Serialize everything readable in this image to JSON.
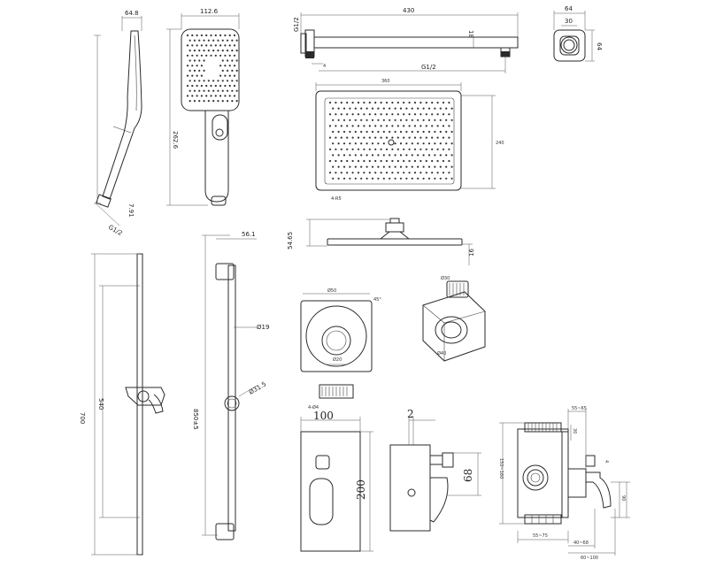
{
  "handshower": {
    "width": "64.8",
    "face_width": "112.6",
    "length": "262.6",
    "nose": "7.91",
    "thread": "G1/2"
  },
  "arm": {
    "length": "430",
    "height": "18",
    "inlet_thread": "G1/2",
    "outlet_thread": "G1/2",
    "gap": "4"
  },
  "elbow": {
    "outer": "64",
    "inner": "30",
    "height": "64"
  },
  "overhead": {
    "width": "360",
    "depth": "240",
    "note": "4-R5"
  },
  "overhead_side": {
    "height": "54.65",
    "thickness": "16"
  },
  "rail": {
    "total": "700",
    "inner": "540",
    "slider_range": "850±5",
    "tube_dia": "Ø19",
    "bracket_dia": "Ø31.5",
    "bracket_offset": "56.1"
  },
  "wall_outlet": {
    "face": "Ø50",
    "angle": "45°",
    "labels": [
      "4-Ø4",
      "Ø20",
      "Ø30",
      "Ø40"
    ]
  },
  "diverter": {
    "width": "100",
    "height": "200",
    "gap": "2",
    "depth": "68"
  },
  "valve": {
    "top": "55~65",
    "range": "55~75",
    "tail1": "40~68",
    "tail2": "60~100",
    "height": "150~160",
    "side1": "30",
    "side2": "4",
    "side3": "90"
  }
}
